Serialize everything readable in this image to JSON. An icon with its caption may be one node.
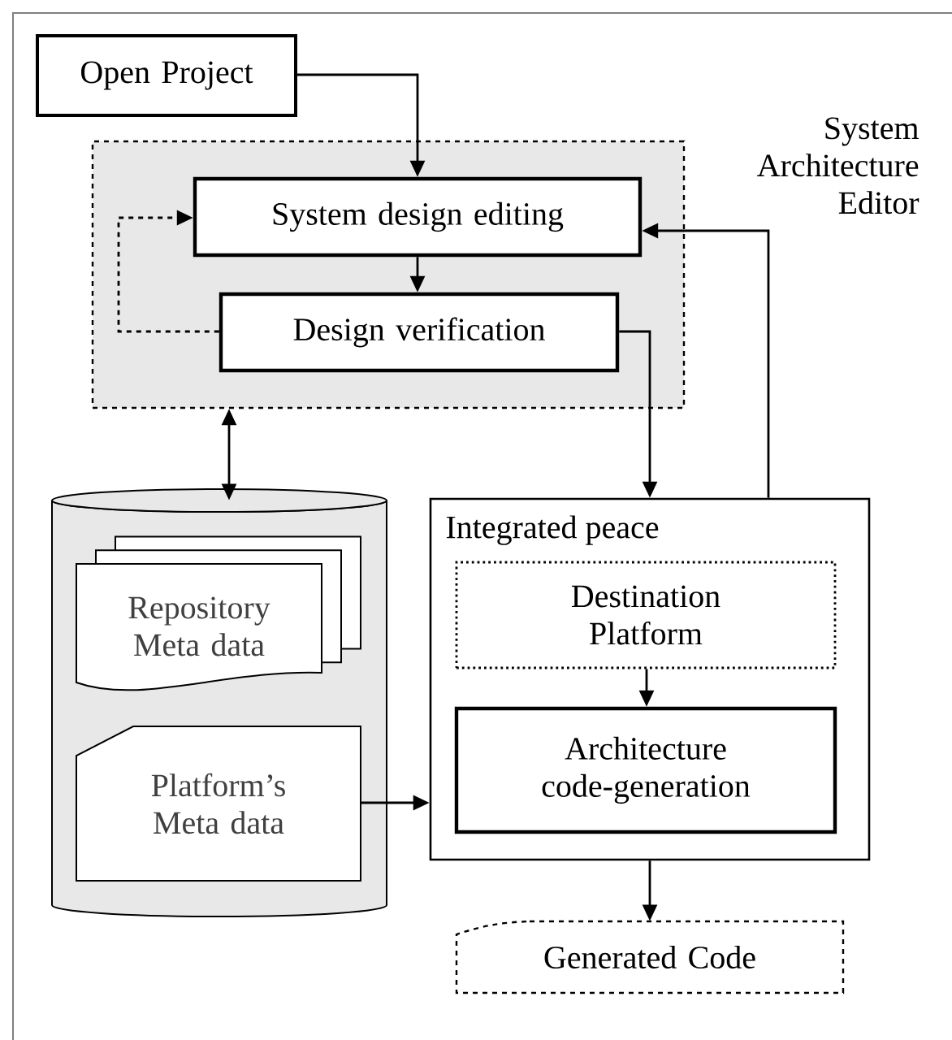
{
  "diagram": {
    "nodes": [
      {
        "text": [
          "Open Project"
        ]
      },
      {
        "text": [
          "System Architecture Editor"
        ]
      },
      {
        "text": [
          "System design editing"
        ],
        "in": 1
      },
      {
        "text": [
          "Design verification"
        ],
        "in": 1
      },
      {
        "text": [],
        "shape": "cylinder"
      },
      {
        "text": [
          "Repository Meta data"
        ],
        "in": 4
      },
      {
        "text": [
          "Platform’s Meta data"
        ],
        "in": 4
      },
      {
        "text": [
          "Integrated peace"
        ]
      },
      {
        "text": [
          "Destination Platform"
        ],
        "in": 7
      },
      {
        "text": [
          "Architecture code-generation"
        ],
        "in": 7
      },
      {
        "text": [
          "Generated Code"
        ]
      }
    ],
    "edges": [
      {
        "from": 0,
        "to": 2,
        "arrow": "to"
      },
      {
        "from": 3,
        "to": 2,
        "arrow": "to",
        "style": "dashed"
      },
      {
        "from": 2,
        "to": 3,
        "arrow": "to"
      },
      {
        "from": 3,
        "to": 7,
        "arrow": "to"
      },
      {
        "from": 7,
        "to": 2,
        "arrow": "to"
      },
      {
        "from": 1,
        "to": 4,
        "arrow": "both"
      },
      {
        "from": 6,
        "to": 7,
        "arrow": "to"
      },
      {
        "from": 8,
        "to": 9,
        "arrow": "to"
      },
      {
        "from": 7,
        "to": 10,
        "arrow": "to"
      }
    ]
  }
}
